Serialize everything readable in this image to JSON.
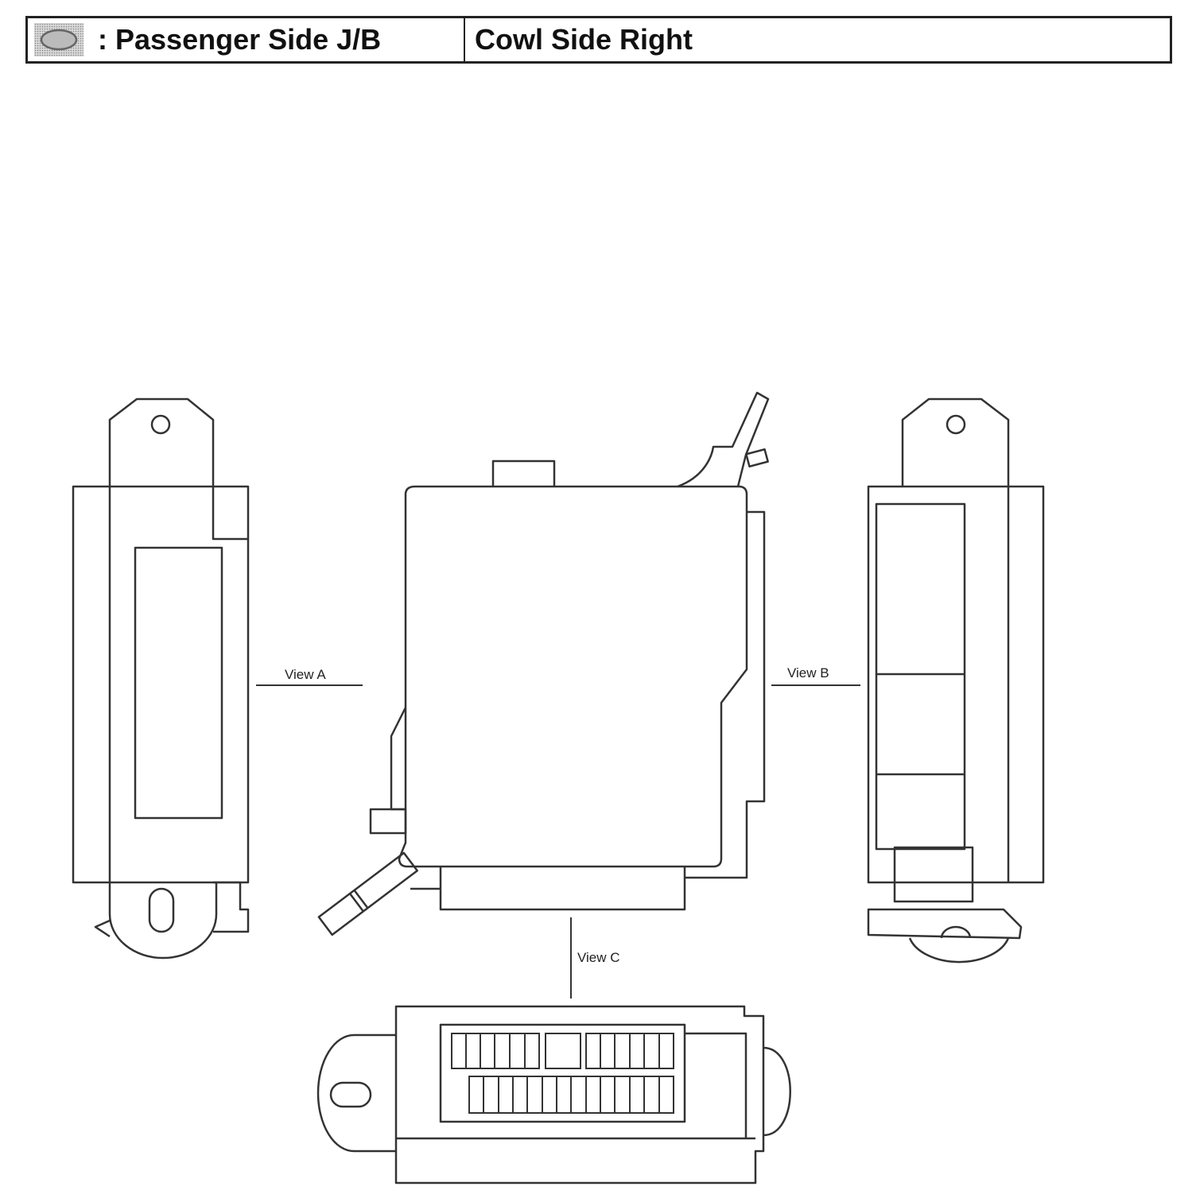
{
  "header": {
    "symbol_icon": "oval-connector-symbol-icon",
    "component": ": Passenger Side J/B",
    "location": "Cowl Side Right"
  },
  "diagram": {
    "labels": {
      "view_a": "View A",
      "view_b": "View B",
      "view_c": "View C"
    }
  }
}
